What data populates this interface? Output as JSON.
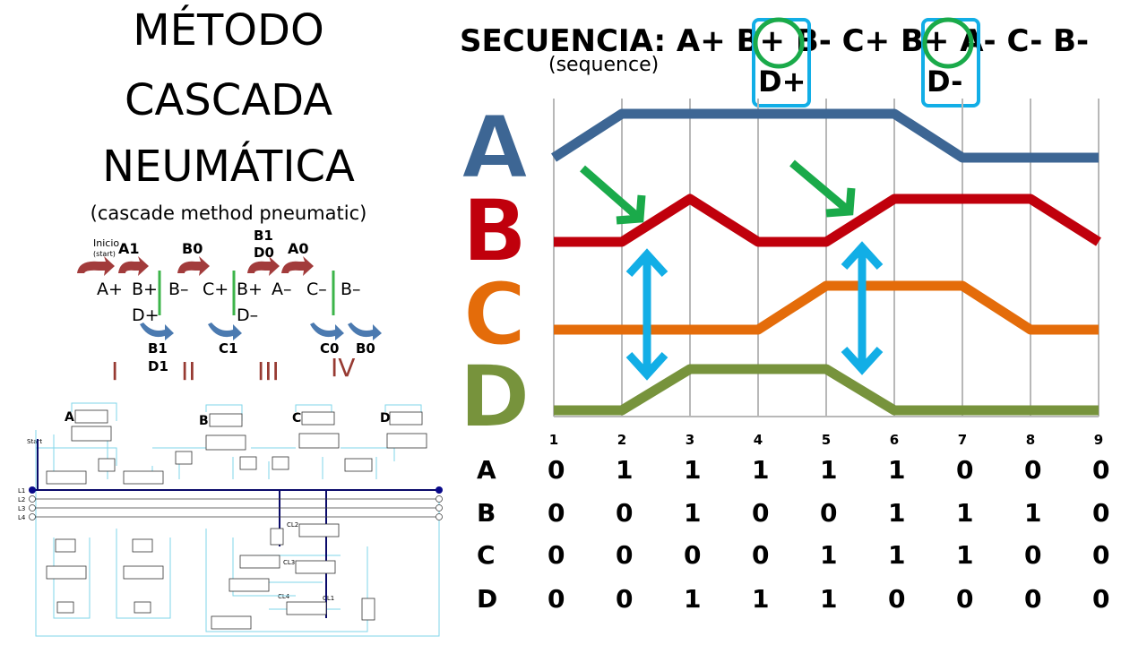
{
  "title": {
    "line1": "MÉTODO",
    "line2": "CASCADA",
    "line3": "NEUMÁTICA",
    "subtitle": "(cascade method pneumatic)"
  },
  "sequence": {
    "label": "SECUENCIA: A+ B+ B- C+ B+ A- C- B-",
    "subtitle": "(sequence)",
    "extra1": "D+",
    "extra2": "D-"
  },
  "cascade": {
    "top_labels": [
      {
        "text": "Inicio",
        "sub": "(start)"
      },
      {
        "text": "A1"
      },
      {
        "text": "B0"
      },
      {
        "text": "B1",
        "sub": "D0"
      },
      {
        "text": "A0"
      }
    ],
    "steps": [
      "A+",
      "B+",
      "B–",
      "C+",
      "B+",
      "A–",
      "C–",
      "B–"
    ],
    "under_steps": [
      "D+",
      "D–"
    ],
    "bottom_labels": [
      {
        "text": "B1",
        "sub": "D1"
      },
      {
        "text": "C1"
      },
      {
        "text": "C0"
      },
      {
        "text": "B0"
      }
    ],
    "groups": [
      "I",
      "II",
      "III",
      "IV"
    ]
  },
  "circuit": {
    "cylinders": [
      "A",
      "B",
      "C",
      "D"
    ],
    "lines": [
      "L1",
      "L2",
      "L3",
      "L4"
    ],
    "start": "Start",
    "relays": [
      "CL2",
      "CL3",
      "CL4",
      "CL1"
    ]
  },
  "diagram": {
    "cylinders": [
      "A",
      "B",
      "C",
      "D"
    ],
    "steps": [
      "1",
      "2",
      "3",
      "4",
      "5",
      "6",
      "7",
      "8",
      "9"
    ],
    "colors": {
      "A": "#3d6694",
      "B": "#c0000c",
      "C": "#e46c0a",
      "D": "#77933c",
      "grid": "#b8b8b8",
      "arrow_green": "#1aaa4a",
      "arrow_blue": "#12aee6"
    },
    "states": {
      "A": [
        0,
        1,
        1,
        1,
        1,
        1,
        0,
        0,
        0
      ],
      "B": [
        0,
        0,
        1,
        0,
        0,
        1,
        1,
        1,
        0
      ],
      "C": [
        0,
        0,
        0,
        0,
        1,
        1,
        1,
        0,
        0
      ],
      "D": [
        0,
        0,
        1,
        1,
        1,
        0,
        0,
        0,
        0
      ]
    }
  },
  "table": {
    "rows": [
      {
        "label": "A",
        "values": [
          "0",
          "1",
          "1",
          "1",
          "1",
          "1",
          "0",
          "0",
          "0"
        ]
      },
      {
        "label": "B",
        "values": [
          "0",
          "0",
          "1",
          "0",
          "0",
          "1",
          "1",
          "1",
          "0"
        ]
      },
      {
        "label": "C",
        "values": [
          "0",
          "0",
          "0",
          "0",
          "1",
          "1",
          "1",
          "0",
          "0"
        ]
      },
      {
        "label": "D",
        "values": [
          "0",
          "0",
          "1",
          "1",
          "1",
          "0",
          "0",
          "0",
          "0"
        ]
      }
    ]
  }
}
